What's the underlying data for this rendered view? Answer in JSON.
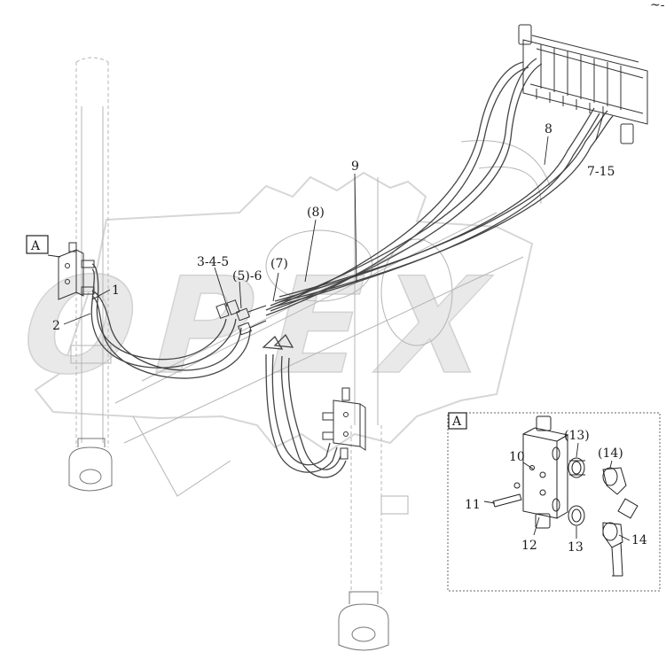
{
  "watermark": {
    "text": "OPEX",
    "color": "#e6e6e6"
  },
  "page_mark": "~-",
  "colors": {
    "line": "#333333",
    "faint": "#b5b5b5",
    "hose": "#444444"
  },
  "main_view": {
    "view_marker": "A",
    "callouts": [
      {
        "id": "c1",
        "text": "1"
      },
      {
        "id": "c2",
        "text": "2"
      },
      {
        "id": "c345",
        "text": "3-4-5"
      },
      {
        "id": "c56",
        "text": "(5)-6"
      },
      {
        "id": "c7",
        "text": "(7)"
      },
      {
        "id": "c8p",
        "text": "(8)"
      },
      {
        "id": "c9",
        "text": "9"
      },
      {
        "id": "c8",
        "text": "8"
      },
      {
        "id": "c715",
        "text": "7-15"
      }
    ]
  },
  "detail_view": {
    "marker": "A",
    "callouts": [
      {
        "id": "d10",
        "text": "10"
      },
      {
        "id": "d11",
        "text": "11"
      },
      {
        "id": "d12",
        "text": "12"
      },
      {
        "id": "d13p",
        "text": "(13)"
      },
      {
        "id": "d13",
        "text": "13"
      },
      {
        "id": "d14p",
        "text": "(14)"
      },
      {
        "id": "d14",
        "text": "14"
      }
    ]
  }
}
